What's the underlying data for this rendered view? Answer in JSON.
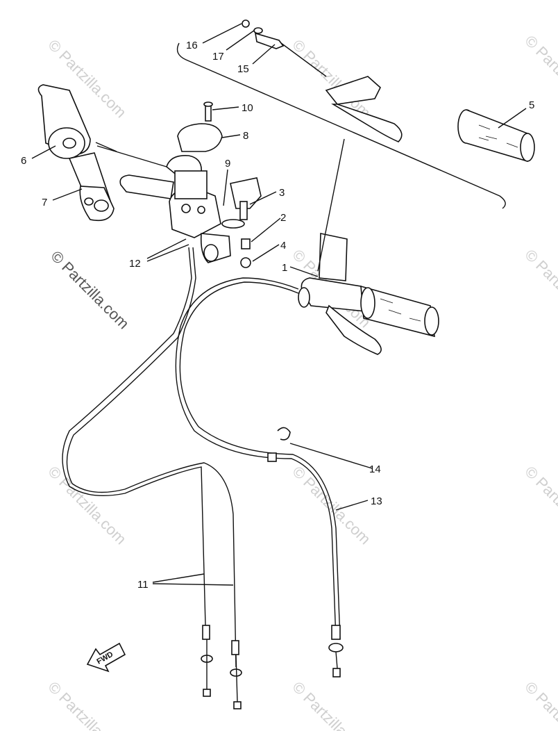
{
  "watermark": {
    "text": "© Partzilla.com"
  },
  "callouts": [
    {
      "id": "c1",
      "text": "1"
    },
    {
      "id": "c2",
      "text": "2"
    },
    {
      "id": "c3",
      "text": "3"
    },
    {
      "id": "c4",
      "text": "4"
    },
    {
      "id": "c5",
      "text": "5"
    },
    {
      "id": "c6",
      "text": "6"
    },
    {
      "id": "c7",
      "text": "7"
    },
    {
      "id": "c8",
      "text": "8"
    },
    {
      "id": "c9",
      "text": "9"
    },
    {
      "id": "c10",
      "text": "10"
    },
    {
      "id": "c11",
      "text": "11"
    },
    {
      "id": "c12",
      "text": "12"
    },
    {
      "id": "c13",
      "text": "13"
    },
    {
      "id": "c14",
      "text": "14"
    },
    {
      "id": "c15",
      "text": "15"
    },
    {
      "id": "c16",
      "text": "16"
    },
    {
      "id": "c17",
      "text": "17"
    }
  ],
  "fwd_badge": {
    "text": "FWD"
  }
}
